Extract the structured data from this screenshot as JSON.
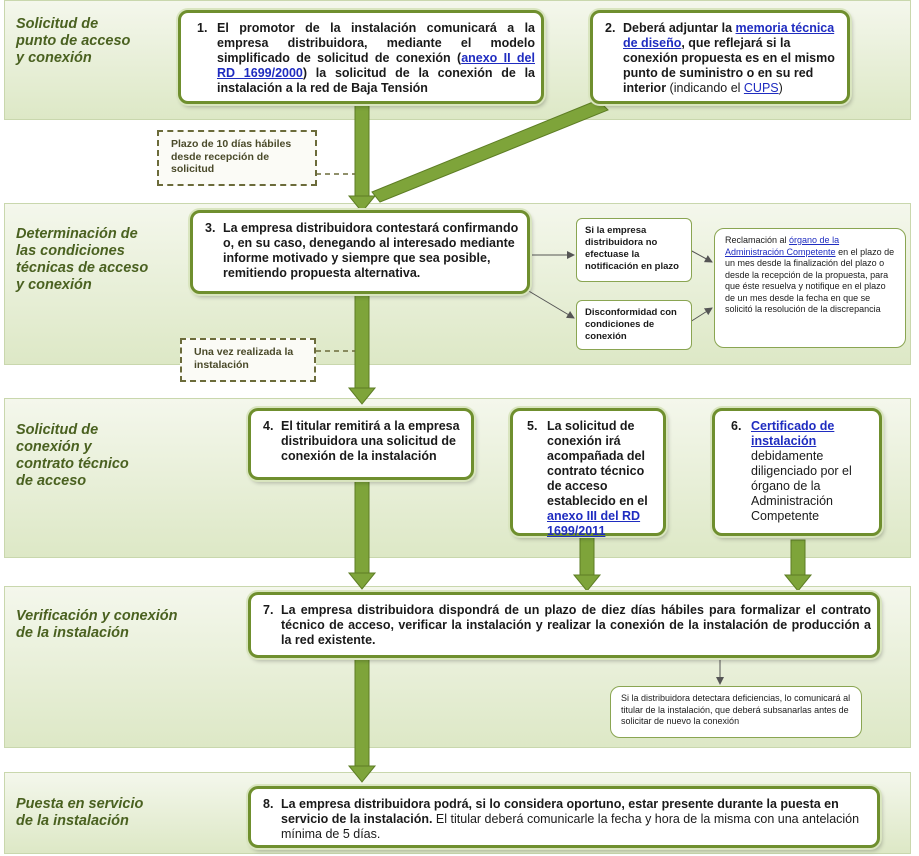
{
  "phases": [
    {
      "label": "Solicitud de\npunto de acceso\ny conexión"
    },
    {
      "label": "Determinación de\nlas condiciones\ntécnicas de acceso\ny conexión"
    },
    {
      "label": "Solicitud de\nconexión y\ncontrato técnico\nde acceso"
    },
    {
      "label": "Verificación y conexión\nde la instalación"
    },
    {
      "label": "Puesta en servicio\nde la instalación"
    }
  ],
  "steps": {
    "s1": {
      "num": "1.",
      "text_a": "El promotor de la instalación comunicará a la empresa distribuidora, mediante el modelo simplificado de solicitud de conexión (",
      "link": "anexo II del RD 1699/2000",
      "text_b": ") la solicitud de la conexión de la instalación a la red de Baja Tensión"
    },
    "s2": {
      "num": "2.",
      "text_a": "Deberá adjuntar la ",
      "link": "memoria técnica de diseño",
      "text_b": ", que reflejará si la conexión propuesta es en el mismo punto de suministro o en su red interior ",
      "text_c": "(indicando el ",
      "link2": "CUPS",
      "text_d": ")"
    },
    "s3": {
      "num": "3.",
      "text": "La empresa distribuidora contestará confirmando o, en su caso, denegando al interesado mediante informe motivado y siempre que sea posible, remitiendo propuesta alternativa."
    },
    "s4": {
      "num": "4.",
      "text": "El titular remitirá a la empresa distribuidora una solicitud de conexión de la instalación"
    },
    "s5": {
      "num": "5.",
      "text_a": "La solicitud de conexión irá acompañada del contrato técnico de acceso establecido en el ",
      "link": "anexo III del RD 1699/2011"
    },
    "s6": {
      "num": "6.",
      "link": "Certificado de instalación",
      "text_b": " debidamente diligenciado por el órgano de la Administración Competente"
    },
    "s7": {
      "num": "7.",
      "text": "La empresa distribuidora dispondrá de un plazo de diez días hábiles para formalizar el contrato técnico de acceso, verificar la instalación y realizar la conexión de la instalación de producción a la red existente."
    },
    "s8": {
      "num": "8.",
      "text_a": "La empresa distribuidora podrá, si lo considera oportuno, estar presente durante la puesta en servicio de la instalación.",
      "text_b": " El titular deberá comunicarle la fecha y hora de la misma con una antelación mínima de 5 días."
    }
  },
  "dashed": {
    "d1": "Plazo de 10 días hábiles desde recepción de solicitud",
    "d2": "Una vez realizada la instalación"
  },
  "side": {
    "no_notif": "Si la empresa distribuidora no efectuase la notificación en plazo",
    "disconf": "Disconformidad con condiciones de conexión",
    "reclam_a": "Reclamación al ",
    "reclam_link": "órgano de la Administración Competente",
    "reclam_b": " en el plazo de un mes desde la finalización del plazo o desde la recepción de la propuesta,  para que éste resuelva y notifique en el plazo de un mes desde la fecha en que se solicitó la resolución de la discrepancia",
    "deficiencias": "Si la distribuidora detectara deficiencias, lo comunicará al titular de la instalación, que deberá subsanarlas antes de solicitar de nuevo la conexión"
  },
  "colors": {
    "arrow": "#7ea43a",
    "border": "#6f8f2e",
    "phase_text": "#4a6120",
    "link": "#1f2cc0"
  }
}
